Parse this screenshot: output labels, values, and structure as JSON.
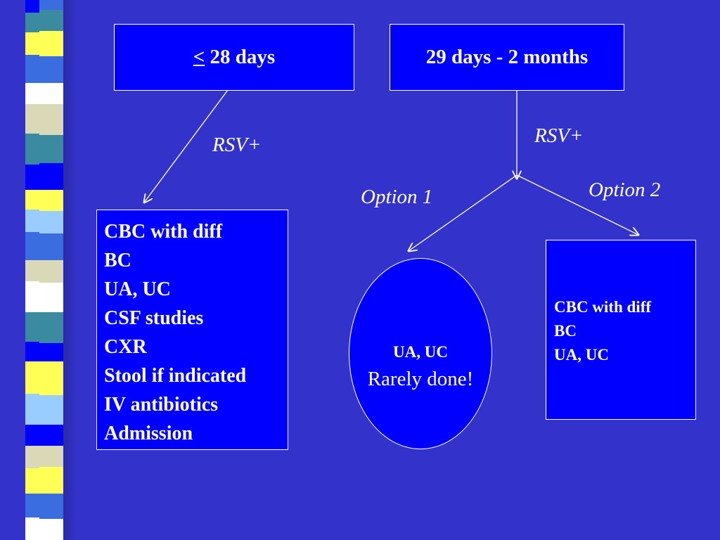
{
  "diagram": {
    "top_left_box": {
      "symbol": "<",
      "text": " 28 days"
    },
    "top_right_box": {
      "text": "29 days - 2 months"
    },
    "left_edge_label": "RSV+",
    "right_edge_label": "RSV+",
    "option1_label": "Option 1",
    "option2_label": "Option 2",
    "left_workup": [
      "CBC with diff",
      "BC",
      "UA, UC",
      "CSF studies",
      "CXR",
      "Stool if indicated",
      "IV antibiotics",
      "Admission"
    ],
    "option1_ellipse": {
      "line1": "UA, UC",
      "line2": "Rarely done!"
    },
    "option2_workup": [
      "CBC with diff",
      "BC",
      "UA, UC"
    ]
  },
  "colors": {
    "background": "#3333cc",
    "box_fill": "#0000ff",
    "text": "#ffffff"
  },
  "decor": {
    "stripe_colors": [
      "#0000ff",
      "#3a8aa0",
      "#ffff55",
      "#3a6ee0",
      "#ffffff",
      "#d9d9b8",
      "#99ccff"
    ]
  }
}
